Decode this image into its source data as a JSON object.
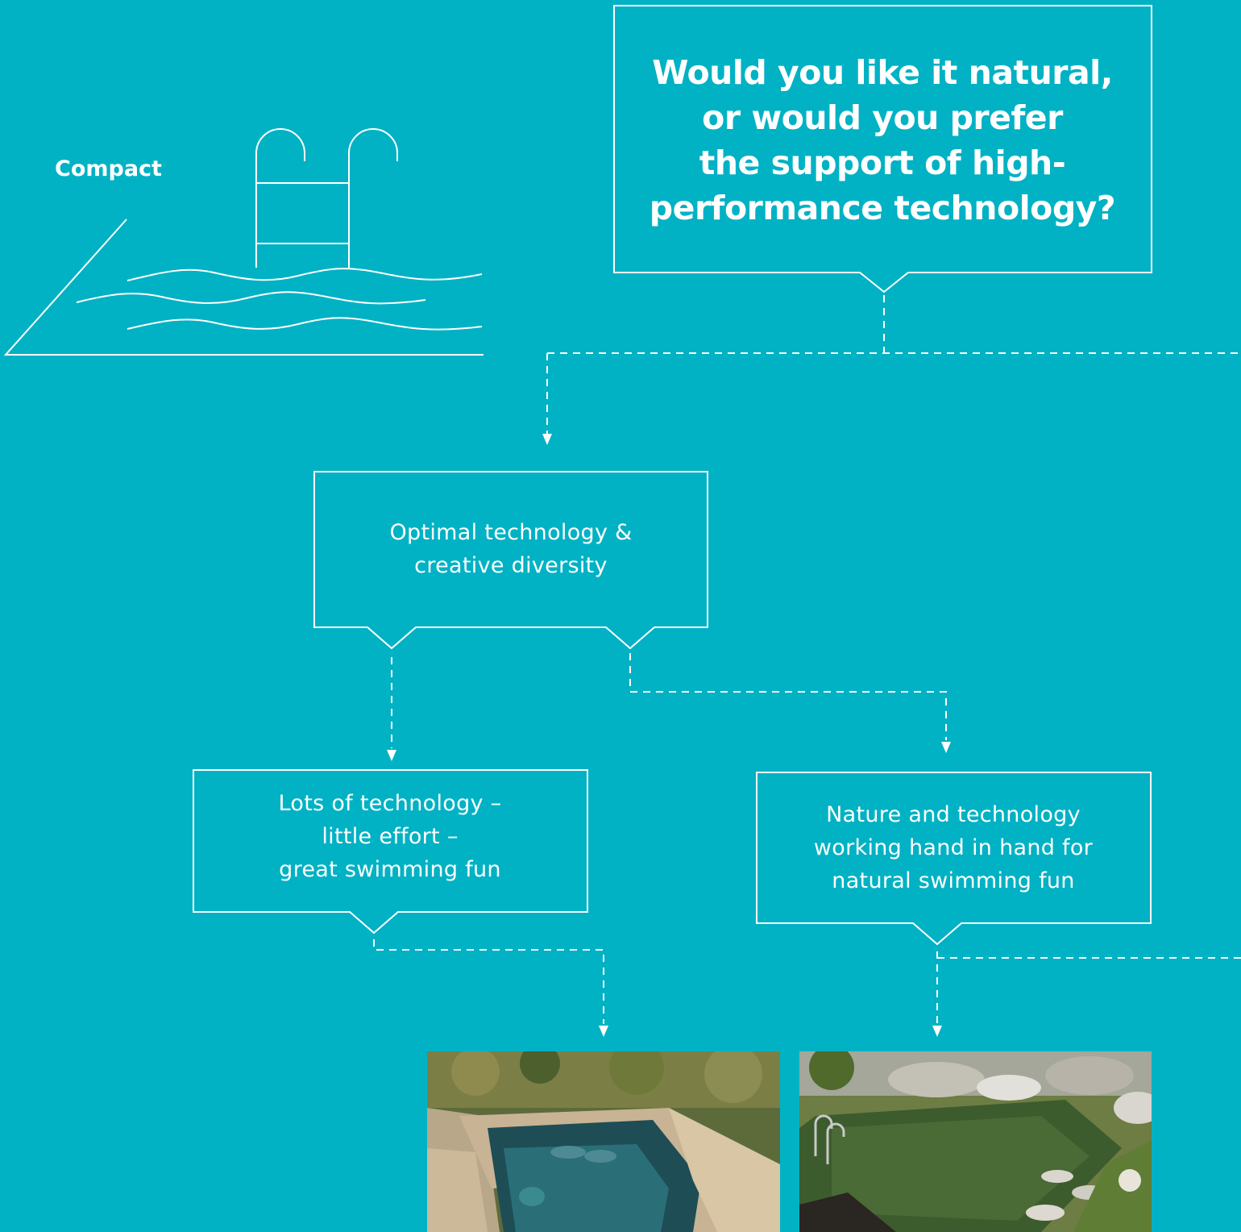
{
  "icon": {
    "label": "Compact",
    "name": "swimming-pool-ladder-icon"
  },
  "question": {
    "lines": [
      "Would you like it natural,",
      "or would you prefer",
      "the support of high-",
      "performance technology?"
    ]
  },
  "nodes": {
    "optimal": {
      "lines": [
        "Optimal technology &",
        "creative diversity"
      ]
    },
    "lots": {
      "lines": [
        "Lots of technology –",
        "little effort –",
        "great swimming fun"
      ]
    },
    "nature": {
      "lines": [
        "Nature and technology",
        "working hand in hand for",
        "natural swimming fun"
      ]
    }
  },
  "photos": [
    {
      "name": "technical-pool-photo"
    },
    {
      "name": "natural-swimming-pond-photo"
    }
  ],
  "colors": {
    "background": "#00B2C4",
    "line": "#FFFFFF"
  }
}
